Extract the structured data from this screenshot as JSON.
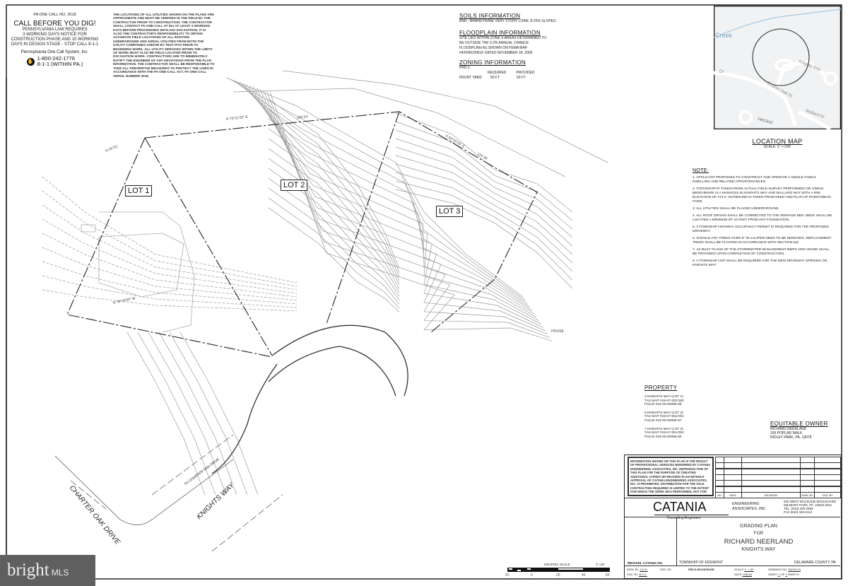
{
  "call_box": {
    "pa_one_call": "PA ONE CALL No. 2018",
    "headline": "CALL BEFORE YOU DIG!",
    "lines": [
      "PENNSYLVANIA LAW REQUIRES",
      "3 WORKING DAYS NOTICE FOR",
      "CONSTRUCTION PHASE AND 10 WORKING",
      "DAYS IN DESIGN STAGE - STOP CALL 8-1-1"
    ],
    "system": "Pennsylvania One Call System, Inc.",
    "phone": "1-800-242-1776",
    "phone2": "8-1-1 (WITHIN PA.)"
  },
  "utility_note": "THE LOCATIONS OF ALL UTILITIES SHOWN ON THE PLANS ARE APPROXIMATE AND MUST BE VERIFIED IN THE FIELD BY THE CONTRACTOR PRIOR TO CONSTRUCTION. THE CONTRACTOR SHALL CONTACT PA ONE-CALL AT 811 AT LEAST 3 WORKING DAYS BEFORE PROCEEDING WITH ANY EXCAVATION. IT IS ALSO THE CONTRACTOR'S RESPONSIBILITY TO OBTAIN ACCURATE FIELD LOCATIONS OF ALL EXISTING UNDERGROUND AND AERIAL UTILITIES FROM BOTH THE UTILITY COMPANIES AND/OR BY TEST PITS PRIOR TO BEGINNING WORK. ALL UTILITY SERVICES WITHIN THE LIMITS OF WORK MUST ALSO BE FIELD LOCATED PRIOR TO EXCAVATION WORK. CONTRACTORS ARE TO IMMEDIATELY NOTIFY THE ENGINEER OF ANY DEVIATIONS FROM THE PLAN INFORMATION. THE CONTRACTOR SHALL BE RESPONSIBLE TO TAKE ALL PREVENTIVE MEASURES TO PROTECT THE LINES IN ACCORDANCE WITH THE PA ONE-CALL ACT. PA ONE-CALL SERIAL NUMBER 2018.",
  "soils": {
    "title": "SOILS INFORMATION",
    "text": "BnD - BRANDYWINE VERY STONY LOAM, 8-25% SLOPES."
  },
  "floodplain": {
    "title": "FLOODPLAIN INFORMATION",
    "text": "SITE LIES WITHIN ZONE X AREAS DETERMINED TO BE OUTSIDE THE 0.2% ANNUAL CHANCE FLOODPLAIN AS SHOWN ON FEMA MAP #42045C0061F DATED NOVEMBER 18, 2009"
  },
  "zoning": {
    "title": "ZONING INFORMATION",
    "district": "PRD-1",
    "col_required": "REQUIRED",
    "col_provided": "PROVIDED",
    "row_label": "FRONT YARD",
    "required": "50 FT",
    "provided": "50 FT"
  },
  "location_map": {
    "title": "LOCATION MAP",
    "scale": "SCALE: 1\" = 200'",
    "labels": {
      "creek": "Creek",
      "knights": "Knights Way",
      "charter": "Charter Oak Dr",
      "mallard": "Mallard Dr",
      "dr": "Dr",
      "heck": "Heckor"
    },
    "colors": {
      "bg": "#f1f2f3",
      "road": "#ffffff",
      "creek": "#a9cbe0"
    }
  },
  "notes": {
    "title": "NOTE:",
    "items": [
      "1. APPLICANT PROPOSES TO CONSTRUCT AND OPERATE A SINGLE FAMILY DWELLING AND RELATED APPURTENANCES.",
      "2. TOPOGRAPHY TAKEN FROM ACTUAL FIELD SURVEY PERFORMED ON 1/06/18. BENCHMARK IS A MANHOLE IN KNIGHTS WAY AND MALLARD WAY WITH A RIM ELEVATION OF 274.0. OUTBOUND IS TAKEN FROM DEED AND PLAN OF RUNNYMEAD FARM.",
      "3. ALL UTILITIES SHALL BE PLACED UNDERGROUND.",
      "4. ALL ROOF DRAINS SHALL BE CONNECTED TO THE SEEPAGE BED. BEDS SHALL BE LOCATED A MINIMUM OF 10 FEET FROM ANY FOUNDATION.",
      "5. A TOWNSHIP HIGHWAY OCCUPANCY PERMIT IS REQUIRED FOR THE PROPOSED DRIVEWAY.",
      "6. SHOULD ANY TREES OVER 8\" IN CALIPER NEED TO BE REMOVED, REPLACEMENT TREES SHALL BE PLANTED IN ACCORDANCE WITH SECTION 611.",
      "7. AS BUILT PLANS OF THE STORMWATER MANAGEMENT BMPs AND HOUSE SHALL BE PROVIDED UPON COMPLETION OF CONSTRUCTION.",
      "8. A TOWNSHIP HOP SHALL BE REQUIRED FOR THE NEW DRIVEWAY OPENING ON KNIGHTS WAY."
    ]
  },
  "property": {
    "title": "PROPERTY",
    "lots": [
      {
        "address": "3 KNIGHTS WAY (LOT 1)",
        "tax_map": "TAX MAP #19-07-002:000",
        "folio": "FOLIO #19-00-00095-88"
      },
      {
        "address": "5 KNIGHTS WAY (LOT 2)",
        "tax_map": "TAX MAP #19-07-002:001",
        "folio": "FOLIO #19-00-00095-87"
      },
      {
        "address": "7 KNIGHTS WAY (LOT 3)",
        "tax_map": "TAX MAP #19-07-001:002",
        "folio": "FOLIO #19-00-00095-86"
      }
    ]
  },
  "owner": {
    "title": "EQUITABLE OWNER",
    "name": "RICHARD NEERLAND",
    "street": "156 POPLAR WALK",
    "city": "RIDLEY PARK, PA. 19078"
  },
  "plan": {
    "lots": [
      "LOT 1",
      "LOT 2",
      "LOT 3"
    ],
    "bearings": [
      "N 79°21'25\" E",
      "190.24'",
      "S 59°25'35\" E",
      "124.39'",
      "N 35°51'",
      "N 78°16'00\" W"
    ],
    "streets": [
      "CHARTER OAK DRIVE",
      "KNIGHTS WAY",
      "TO CHARTER OAK DRIVE"
    ],
    "house_label": "HOUSE"
  },
  "graphic_scale": {
    "title": "GRAPHIC SCALE",
    "ratio": "1\"=20'",
    "ticks": [
      "20",
      "0",
      "20",
      "40",
      "60"
    ]
  },
  "title_block": {
    "disclaimer": "INFORMATION SHOWN ON THIS PLAN IS THE RESULT OF PROFESSIONAL SERVICES RENDERED BY CATANIA ENGINEERING ASSOCIATES, INC. REPRODUCTION OF THIS PLAN FOR THE PURPOSE OF CREATING ADDITIONAL COPIES OR REVISING PLAN WITHOUT APPROVAL OF CATANIA ENGINEERING ASSOCIATES, INC. IS PROHIBITED. DISTRIBUTION FOR THE SOLE CONTRACTING REQUIRED IS LIMITED TO THE EXTENT FOR WHICH THE WORK WAS PERFORMED, NOT FOR THE DATE SHOWN ON THE PLAN.",
    "revision_headers": [
      "NO.",
      "DATE",
      "REVISION",
      "DWN. BY",
      "CKD. BY"
    ],
    "company": "CATANIA",
    "company_sub1": "ENGINEERING",
    "company_sub2": "ASSOCIATES, INC.",
    "company_tag": "Consulting Engineers",
    "address": [
      "520 WEST MACDADE BOULEVARD",
      "MILMONT PARK, PA. 19033-3011",
      "TEL. (610) 328-2559",
      "FAX (610) 328-2113"
    ],
    "plan_title": "GRADING PLAN",
    "plan_for": "FOR",
    "plan_client": "RICHARD NEERLAND",
    "plan_street": "KNIGHTS WAY",
    "seal_caption": "MICHAEL CATANIA P.E.",
    "township": "TOWNSHIP OF EDGMONT",
    "county": "DELAWARE COUNTY, PA",
    "drawn_by_label": "DWN. BY",
    "drawn_by": "J.M.D.",
    "ckd_by_label": "CKD. BY",
    "ckd_by": "M.J.C.",
    "dsg_by_label": "DSG. BY",
    "field_label": "FIELD BOOK/PAGE",
    "scale_label": "SCALE",
    "scale": "1\" = 20'",
    "date_label": "DATE",
    "date": "1/26/18",
    "drawing_no_label": "DRAWING NO.",
    "drawing_no": "B4003-43",
    "sheet_label": "SHEET",
    "sheet": "1",
    "of_label": "OF",
    "sheets": "1",
    "sheets_label": "SHEETS"
  },
  "watermark": {
    "brand": "bright",
    "suffix": "MLS",
    "bg": "#5f5f5f"
  }
}
